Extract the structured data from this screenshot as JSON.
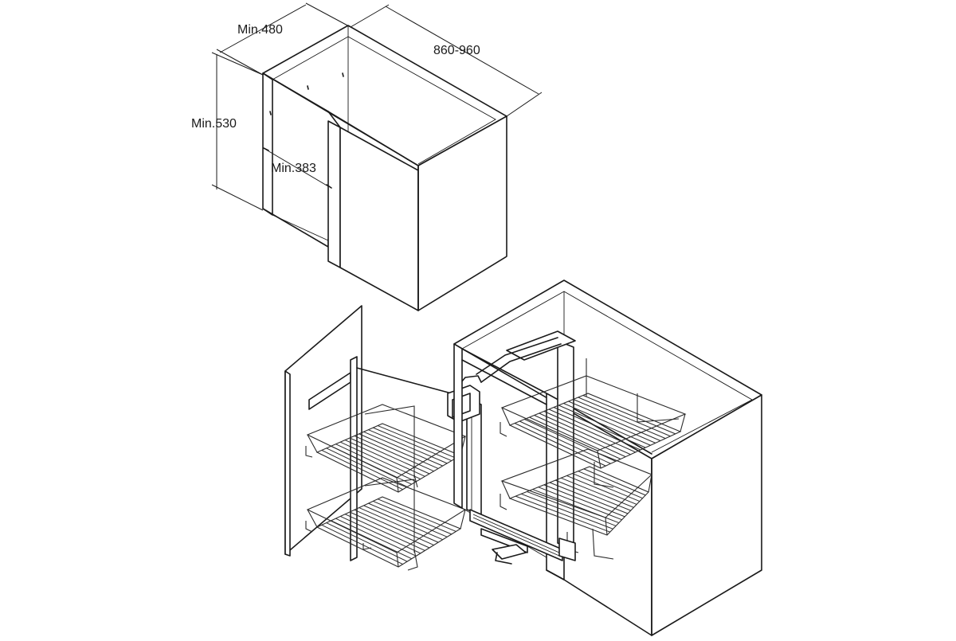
{
  "dimensions": {
    "depth": "Min.480",
    "width": "860-960",
    "height": "Min.530",
    "opening": "Min.383"
  },
  "colors": {
    "line": "#1a1a1a",
    "background": "#ffffff"
  }
}
